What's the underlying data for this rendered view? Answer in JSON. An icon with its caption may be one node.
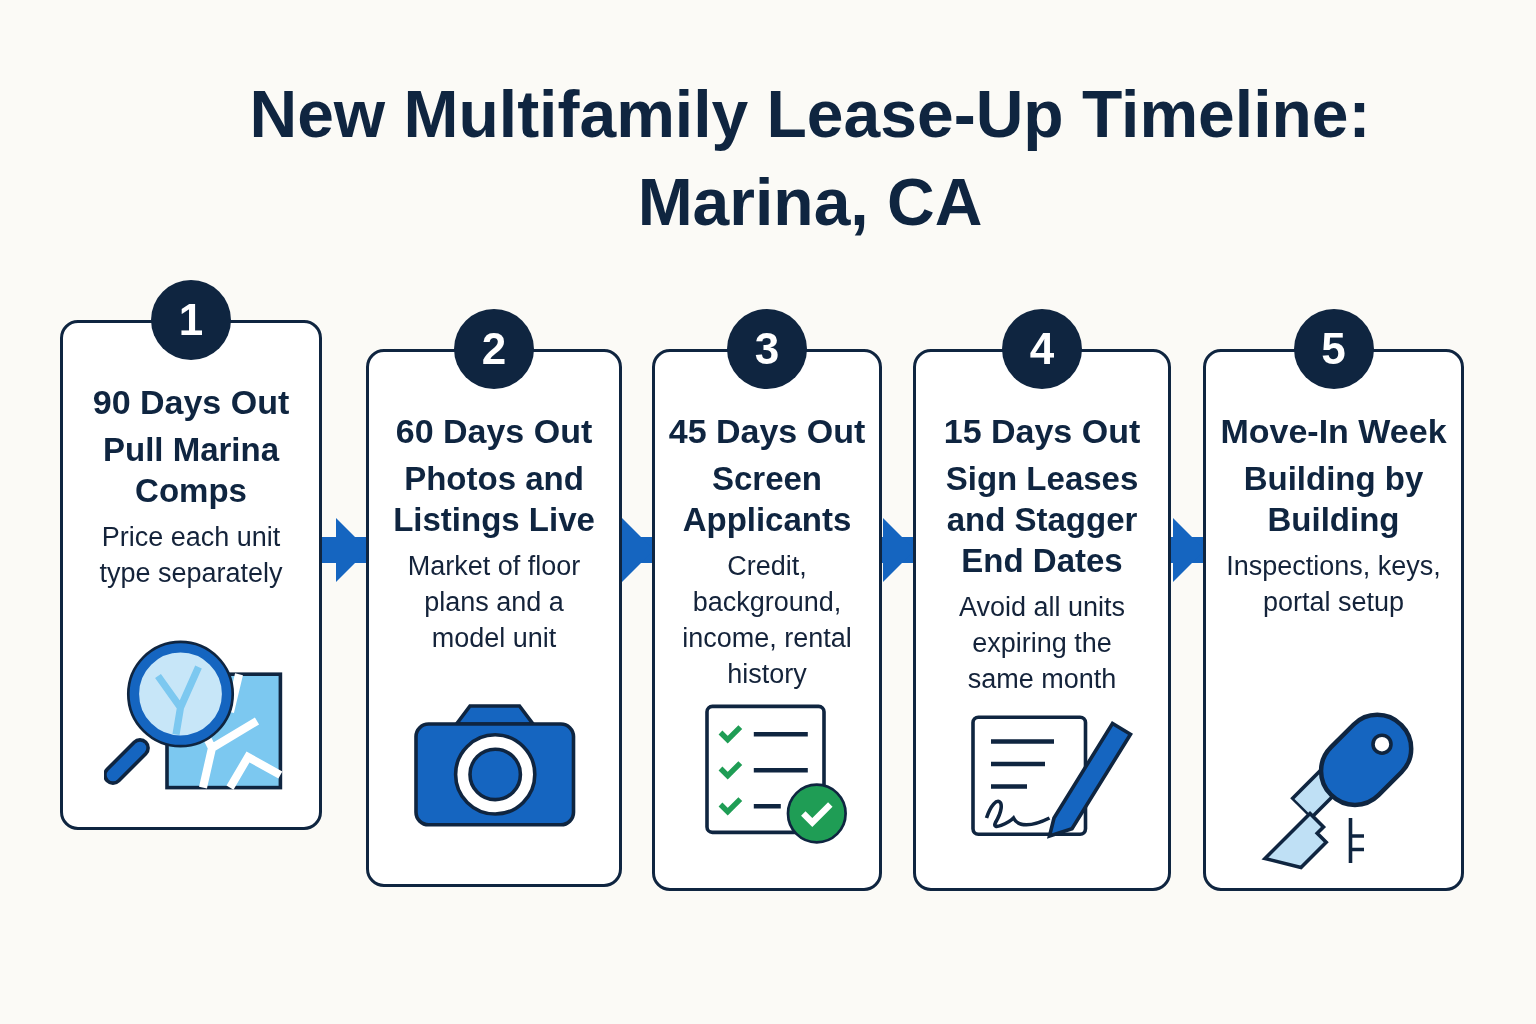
{
  "diagram": {
    "title": "New Multifamily Lease-Up Timeline: Marina, CA",
    "nodes": [
      {
        "text": [
          "1",
          "90 Days Out",
          "Pull Marina Comps",
          "Price each unit type separately"
        ]
      },
      {
        "text": [
          "2",
          "60 Days Out",
          "Photos and Listings Live",
          "Market of floor plans and a model unit"
        ]
      },
      {
        "text": [
          "3",
          "45 Days Out",
          "Screen Applicants",
          "Credit, background, income, rental history"
        ]
      },
      {
        "text": [
          "4",
          "15 Days Out",
          "Sign Leases and Stagger End Dates",
          "Avoid all units expiring the same month"
        ]
      },
      {
        "text": [
          "5",
          "Move-In Week",
          "Building by Building",
          "Inspections, keys, portal setup"
        ]
      }
    ],
    "edges": [
      {
        "from": 0,
        "to": 1,
        "arrow": "to"
      },
      {
        "from": 1,
        "to": 2,
        "arrow": "to"
      },
      {
        "from": 2,
        "to": 3,
        "arrow": "to"
      },
      {
        "from": 3,
        "to": 4,
        "arrow": "to"
      }
    ]
  }
}
